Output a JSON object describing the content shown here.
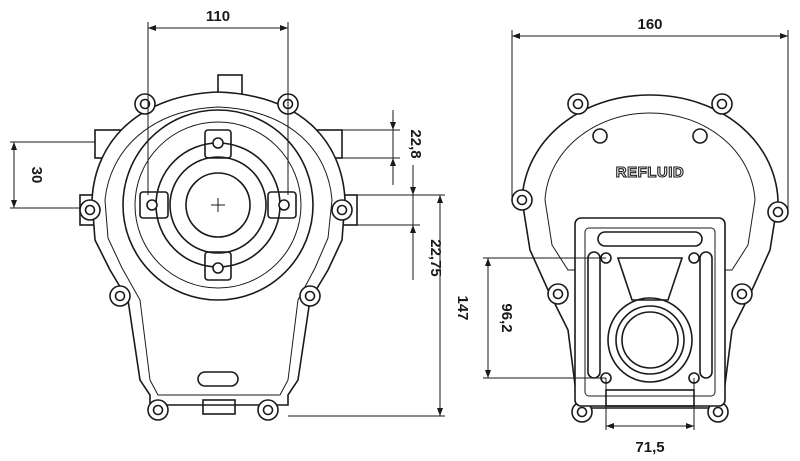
{
  "drawing": {
    "brand_label": "REFLUID",
    "dimensions": {
      "top_width_left": "110",
      "top_width_right": "160",
      "flange_height": "30",
      "shaft_offset_upper": "22,8",
      "shaft_offset_lower": "22,75",
      "total_height": "147",
      "bolt_spacing_vertical": "96,2",
      "bolt_spacing_horizontal": "71,5"
    }
  }
}
